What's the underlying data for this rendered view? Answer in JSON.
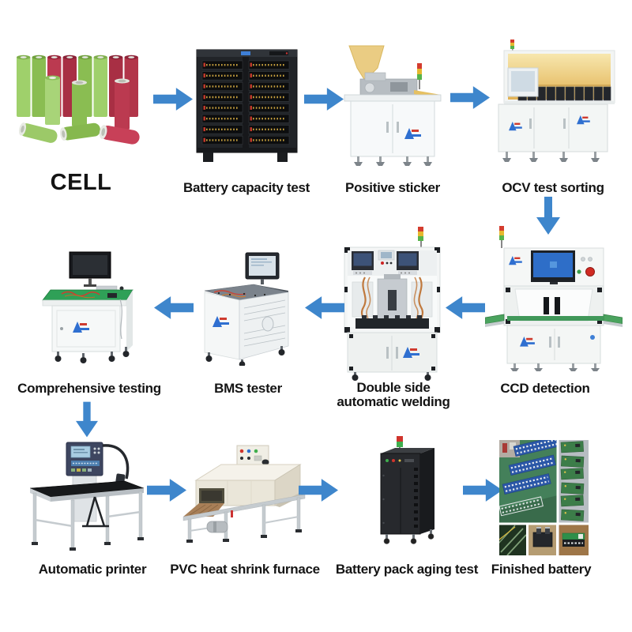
{
  "colors": {
    "arrow": "#3e86cc",
    "label": "#141414",
    "background": "#ffffff"
  },
  "stages": {
    "cell": "CELL",
    "battery_capacity_test": "Battery capacity test",
    "positive_sticker": "Positive sticker",
    "ocv_test_sorting": "OCV test sorting",
    "ccd_detection": "CCD detection",
    "double_side_line1": "Double side",
    "double_side_line2": "automatic welding",
    "bms_tester": "BMS tester",
    "comprehensive_testing": "Comprehensive testing",
    "automatic_printer": "Automatic printer",
    "pvc_heat_shrink_furnace": "PVC heat shrink furnace",
    "battery_pack_aging_test": "Battery pack aging test",
    "finished_battery": "Finished battery"
  },
  "flow_order": [
    "CELL",
    "Battery capacity test",
    "Positive sticker",
    "OCV test sorting",
    "CCD detection",
    "Double side automatic welding",
    "BMS tester",
    "Comprehensive testing",
    "Automatic printer",
    "PVC heat shrink furnace",
    "Battery pack aging test",
    "Finished battery"
  ]
}
